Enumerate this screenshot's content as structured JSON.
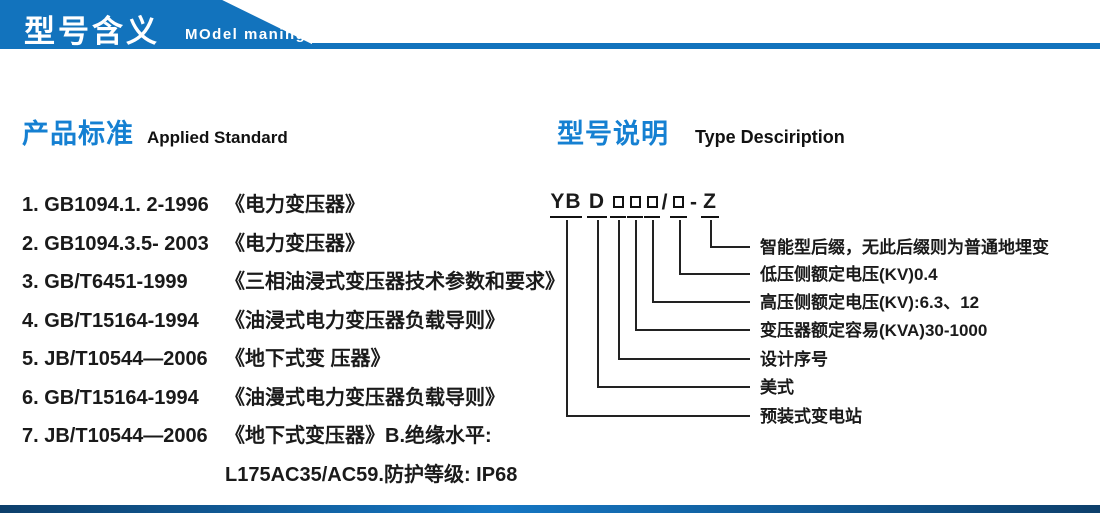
{
  "header": {
    "title_cn": "型号含义",
    "title_en": "MOdel maning"
  },
  "standards": {
    "title_cn": "产品标准",
    "title_en": "Applied Standard",
    "items": [
      {
        "code": "1. GB1094.1. 2-1996",
        "title": "《电力变压器》"
      },
      {
        "code": "2. GB1094.3.5- 2003",
        "title": "《电力变压器》"
      },
      {
        "code": "3. GB/T6451-1999",
        "title": "《三相油浸式变压器技术参数和要求》"
      },
      {
        "code": "4. GB/T15164-1994",
        "title": "《油浸式电力变压器负载导则》"
      },
      {
        "code": "5. JB/T10544—2006",
        "title": "《地下式变 压器》"
      },
      {
        "code": "6. GB/T15164-1994",
        "title": "《油漫式电力变压器负载导则》"
      },
      {
        "code": "7. JB/T10544—2006",
        "title": "《地下式变压器》B.绝缘水平:"
      }
    ],
    "continuation": "L175AC35/AC59.防护等级: IP68"
  },
  "model": {
    "title_cn": "型号说明",
    "title_en": "Type Desciription",
    "code_parts": [
      {
        "text": "YB",
        "kind": "text",
        "underline": true
      },
      {
        "text": "D",
        "kind": "text",
        "underline": true
      },
      {
        "text": "",
        "kind": "box",
        "underline": true
      },
      {
        "text": "",
        "kind": "box",
        "underline": true
      },
      {
        "text": "",
        "kind": "box",
        "underline": true
      },
      {
        "text": "/",
        "kind": "text",
        "underline": false
      },
      {
        "text": "",
        "kind": "box",
        "underline": true
      },
      {
        "text": "-",
        "kind": "text",
        "underline": false
      },
      {
        "text": "Z",
        "kind": "text",
        "underline": true
      }
    ],
    "labels": [
      "智能型后缀，无此后缀则为普通地埋变",
      "低压侧额定电压(KV)0.4",
      "高压侧额定电压(KV):6.3、12",
      "变压器额定容易(KVA)30-1000",
      "设计序号",
      "美式",
      "预装式变电站"
    ]
  },
  "colors": {
    "header_blue": "#1273bd",
    "title_blue": "#1580d2",
    "text": "#1a1a1a"
  }
}
